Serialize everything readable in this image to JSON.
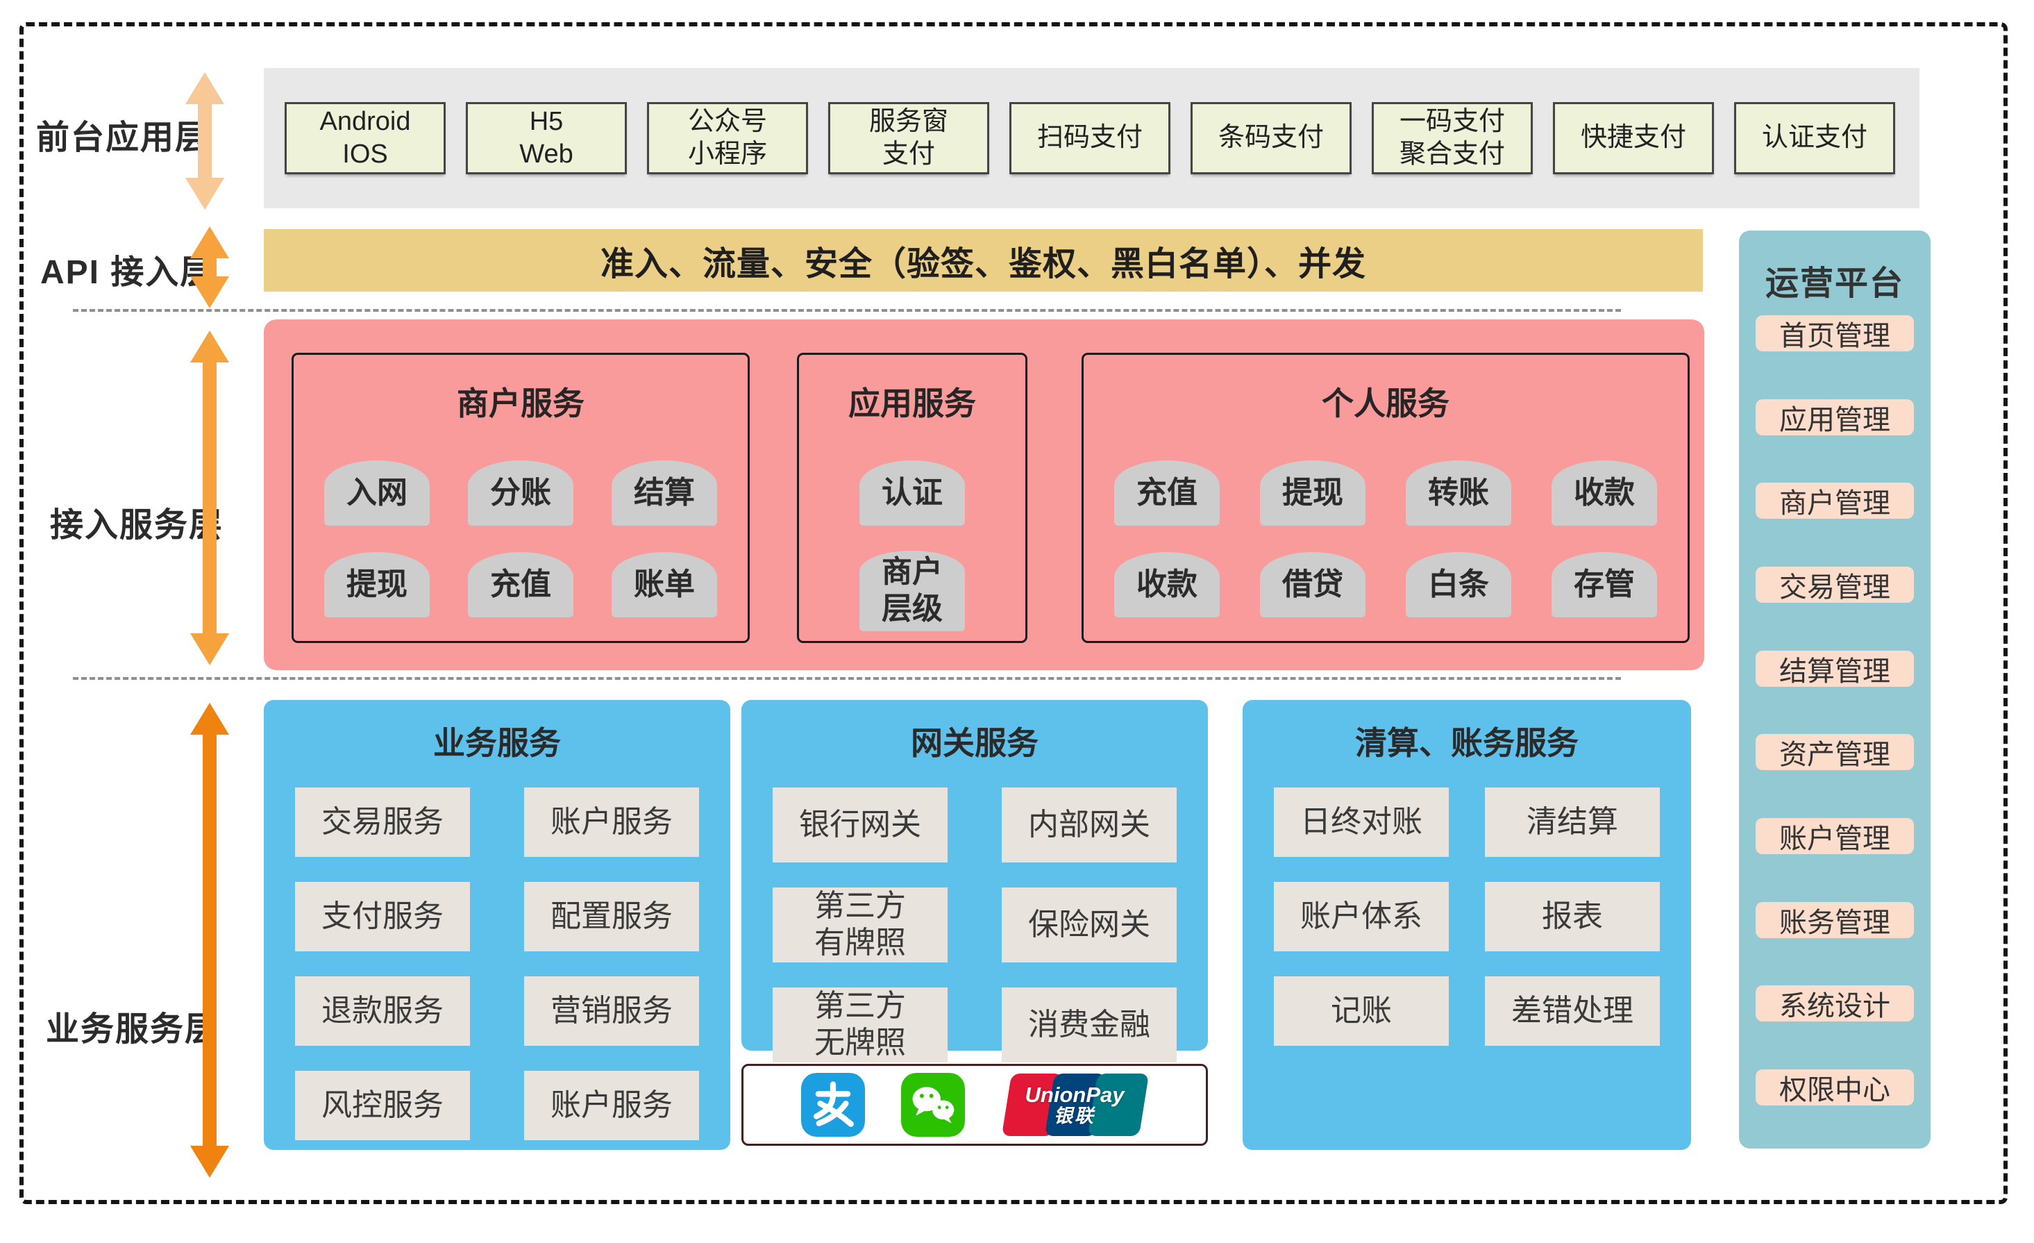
{
  "colors": {
    "frontend_arrow": "#f8c896",
    "api_arrow": "#f7a33d",
    "access_arrow": "#f7a33d",
    "business_arrow": "#f0820f",
    "top_strip_bg": "#e8e8e8",
    "app_box_bg": "#edf2d9",
    "api_bar_bg": "#ebcf87",
    "access_layer_bg": "#fa9b9b",
    "dome_item_bg": "#cdcdcd",
    "blue_box_bg": "#5ec1ec",
    "service_cell_bg": "#e8e4dd",
    "sidebar_bg": "#93c9d2",
    "sidebar_pill_bg": "#fcdccb",
    "alipay_blue": "#1b9fe0",
    "wechat_green": "#2bc100",
    "unionpay_red": "#e21836",
    "unionpay_navy": "#00447c",
    "unionpay_teal": "#007b84"
  },
  "layers": {
    "frontend": {
      "label": "前台应用层",
      "apps": [
        [
          "Android",
          "IOS"
        ],
        [
          "H5",
          "Web"
        ],
        [
          "公众号",
          "小程序"
        ],
        [
          "服务窗",
          "支付"
        ],
        [
          "扫码支付"
        ],
        [
          "条码支付"
        ],
        [
          "一码支付",
          "聚合支付"
        ],
        [
          "快捷支付"
        ],
        [
          "认证支付"
        ]
      ]
    },
    "api": {
      "label": "API 接入层",
      "bar_text": "准入、流量、安全（验签、鉴权、黑白名单）、并发"
    },
    "access": {
      "label": "接入服务层",
      "merchant": {
        "title": "商户服务",
        "items": [
          [
            "入网"
          ],
          [
            "分账"
          ],
          [
            "结算"
          ],
          [
            "提现"
          ],
          [
            "充值"
          ],
          [
            "账单"
          ]
        ]
      },
      "application": {
        "title": "应用服务",
        "items": [
          [
            "认证"
          ],
          [
            "商户",
            "层级"
          ]
        ]
      },
      "personal": {
        "title": "个人服务",
        "items": [
          [
            "充值"
          ],
          [
            "提现"
          ],
          [
            "转账"
          ],
          [
            "收款"
          ],
          [
            "收款"
          ],
          [
            "借贷"
          ],
          [
            "白条"
          ],
          [
            "存管"
          ]
        ]
      }
    },
    "business": {
      "label": "业务服务层",
      "business_services": {
        "title": "业务服务",
        "cells": [
          [
            "交易服务"
          ],
          [
            "账户服务"
          ],
          [
            "支付服务"
          ],
          [
            "配置服务"
          ],
          [
            "退款服务"
          ],
          [
            "营销服务"
          ],
          [
            "风控服务"
          ],
          [
            "账户服务"
          ]
        ]
      },
      "gateway_services": {
        "title": "网关服务",
        "cells": [
          [
            "银行网关"
          ],
          [
            "内部网关"
          ],
          [
            "第三方",
            "有牌照"
          ],
          [
            "保险网关"
          ],
          [
            "第三方",
            "无牌照"
          ],
          [
            "消费金融"
          ]
        ]
      },
      "clearing_services": {
        "title": "清算、账务服务",
        "cells": [
          [
            "日终对账"
          ],
          [
            "清结算"
          ],
          [
            "账户体系"
          ],
          [
            "报表"
          ],
          [
            "记账"
          ],
          [
            "差错处理"
          ]
        ]
      },
      "payment_logos": {
        "unionpay_line1": "UnionPay",
        "unionpay_line2": "银联"
      }
    }
  },
  "sidebar": {
    "title": "运营平台",
    "items": [
      "首页管理",
      "应用管理",
      "商户管理",
      "交易管理",
      "结算管理",
      "资产管理",
      "账户管理",
      "账务管理",
      "系统设计",
      "权限中心"
    ]
  }
}
